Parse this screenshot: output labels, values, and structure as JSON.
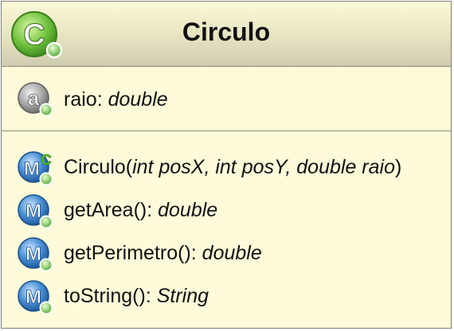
{
  "class": {
    "name": "Circulo",
    "icon": "class-icon"
  },
  "attributes": [
    {
      "name": "raio",
      "sep": ": ",
      "type": "double",
      "icon": "attribute-icon"
    }
  ],
  "methods": [
    {
      "name": "Circulo",
      "open": "(",
      "params": "int posX, int posY, double raio",
      "close": ")",
      "icon": "constructor-icon"
    },
    {
      "name": "getArea",
      "signature": "(): ",
      "type": "double",
      "icon": "method-icon"
    },
    {
      "name": "getPerimetro",
      "signature": "(): ",
      "type": "double",
      "icon": "method-icon"
    },
    {
      "name": "toString",
      "signature": "(): ",
      "type": "String",
      "icon": "method-icon"
    }
  ],
  "colors": {
    "background": "#fdfbd9",
    "class_icon": "#5cb85c",
    "method_icon": "#3b82c4",
    "attribute_icon": "#8a8a8a"
  }
}
